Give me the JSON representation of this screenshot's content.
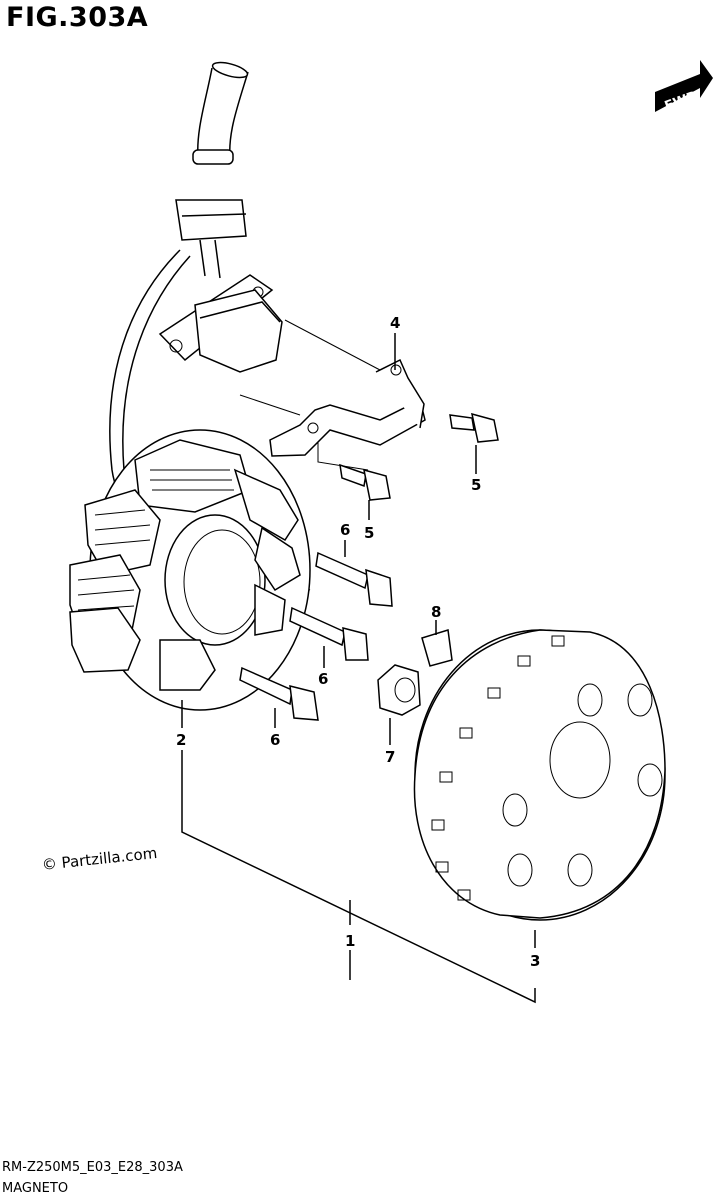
{
  "figure": {
    "title": "FIG.303A",
    "direction_badge": "FWD",
    "copyright": "© Partzilla.com",
    "drawing_code": "RM-Z250M5_E03_E28_303A",
    "drawing_name": "MAGNETO"
  },
  "callouts": [
    {
      "id": "1",
      "label": "1"
    },
    {
      "id": "2",
      "label": "2"
    },
    {
      "id": "3",
      "label": "3"
    },
    {
      "id": "4",
      "label": "4"
    },
    {
      "id": "5a",
      "label": "5"
    },
    {
      "id": "5b",
      "label": "5"
    },
    {
      "id": "6a",
      "label": "6"
    },
    {
      "id": "6b",
      "label": "6"
    },
    {
      "id": "6c",
      "label": "6"
    },
    {
      "id": "7",
      "label": "7"
    },
    {
      "id": "8",
      "label": "8"
    }
  ]
}
